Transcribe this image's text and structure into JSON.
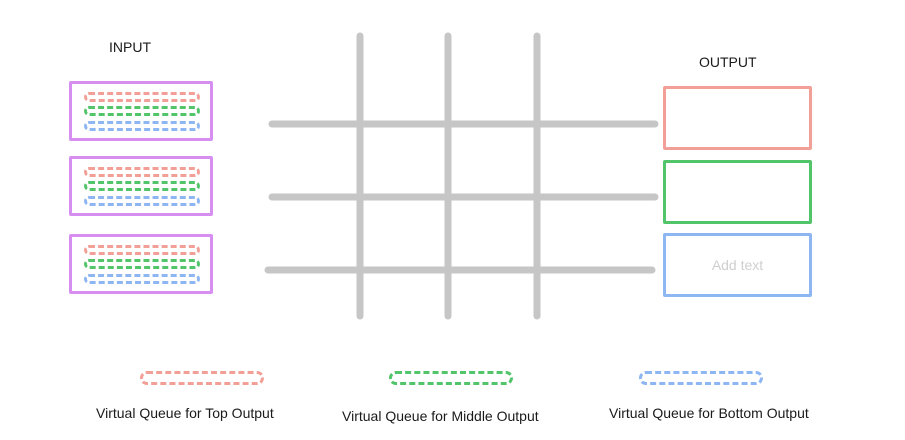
{
  "input": {
    "title": "INPUT",
    "ports": 3
  },
  "output": {
    "title": "OUTPUT",
    "ports": [
      {
        "color": "#f2a097",
        "text": ""
      },
      {
        "color": "#52c46a",
        "text": ""
      },
      {
        "color": "#8db6f2",
        "text": "Add text"
      }
    ]
  },
  "colors": {
    "input_border": "#d68ff0",
    "top": "#f2a097",
    "middle": "#52c46a",
    "bottom": "#8db6f2",
    "crossbar": "#c6c6c6"
  },
  "legend": [
    {
      "label": "Virtual Queue for Top Output",
      "color": "#f2a097"
    },
    {
      "label": "Virtual Queue for Middle Output",
      "color": "#52c46a"
    },
    {
      "label": "Virtual Queue for Bottom Output",
      "color": "#8db6f2"
    }
  ]
}
